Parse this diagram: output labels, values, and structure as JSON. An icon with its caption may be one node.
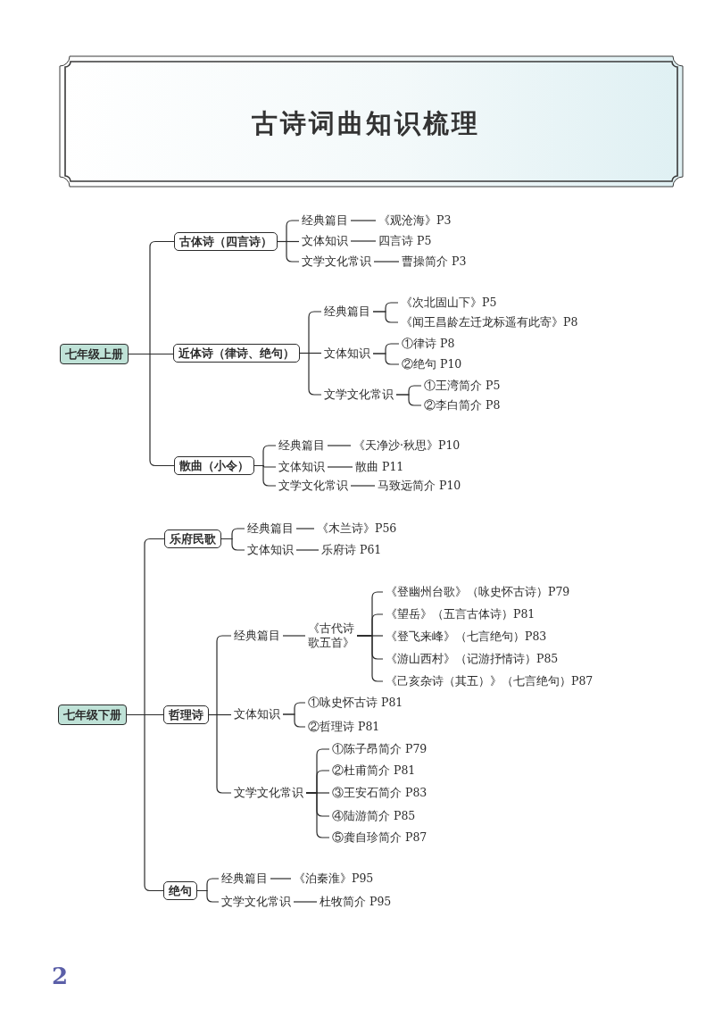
{
  "diagram": {
    "title": "古诗词曲知识梳理",
    "nodes": [
      {
        "text": [
          "七年级上册"
        ]
      },
      {
        "text": [
          "古体诗（四言诗）"
        ]
      },
      {
        "text": [
          "经典篇目"
        ]
      },
      {
        "text": [
          "《观沧海》P3"
        ]
      },
      {
        "text": [
          "文体知识"
        ]
      },
      {
        "text": [
          "四言诗 P5"
        ]
      },
      {
        "text": [
          "文学文化常识"
        ]
      },
      {
        "text": [
          "曹操简介 P3"
        ]
      },
      {
        "text": [
          "近体诗（律诗、绝句）"
        ]
      },
      {
        "text": [
          "经典篇目"
        ]
      },
      {
        "text": [
          "《次北固山下》P5"
        ]
      },
      {
        "text": [
          "《闻王昌龄左迁龙标遥有此寄》P8"
        ]
      },
      {
        "text": [
          "文体知识"
        ]
      },
      {
        "text": [
          "①律诗 P8"
        ]
      },
      {
        "text": [
          "②绝句 P10"
        ]
      },
      {
        "text": [
          "文学文化常识"
        ]
      },
      {
        "text": [
          "①王湾简介 P5"
        ]
      },
      {
        "text": [
          "②李白简介 P8"
        ]
      },
      {
        "text": [
          "散曲（小令）"
        ]
      },
      {
        "text": [
          "经典篇目"
        ]
      },
      {
        "text": [
          "《天净沙·秋思》P10"
        ]
      },
      {
        "text": [
          "文体知识"
        ]
      },
      {
        "text": [
          "散曲 P11"
        ]
      },
      {
        "text": [
          "文学文化常识"
        ]
      },
      {
        "text": [
          "马致远简介 P10"
        ]
      },
      {
        "text": [
          "七年级下册"
        ]
      },
      {
        "text": [
          "乐府民歌"
        ]
      },
      {
        "text": [
          "经典篇目"
        ]
      },
      {
        "text": [
          "《木兰诗》P56"
        ]
      },
      {
        "text": [
          "文体知识"
        ]
      },
      {
        "text": [
          "乐府诗 P61"
        ]
      },
      {
        "text": [
          "哲理诗"
        ]
      },
      {
        "text": [
          "经典篇目"
        ]
      },
      {
        "text": [
          "《古代诗歌五首》"
        ]
      },
      {
        "text": [
          "《登幽州台歌》（咏史怀古诗）P79"
        ]
      },
      {
        "text": [
          "《望岳》（五言古体诗）P81"
        ]
      },
      {
        "text": [
          "《登飞来峰》（七言绝句）P83"
        ]
      },
      {
        "text": [
          "《游山西村》（记游抒情诗）P85"
        ]
      },
      {
        "text": [
          "《己亥杂诗（其五）》（七言绝句）P87"
        ]
      },
      {
        "text": [
          "文体知识"
        ]
      },
      {
        "text": [
          "①咏史怀古诗 P81"
        ]
      },
      {
        "text": [
          "②哲理诗 P81"
        ]
      },
      {
        "text": [
          "文学文化常识"
        ]
      },
      {
        "text": [
          "①陈子昂简介 P79"
        ]
      },
      {
        "text": [
          "②杜甫简介 P81"
        ]
      },
      {
        "text": [
          "③王安石简介 P83"
        ]
      },
      {
        "text": [
          "④陆游简介 P85"
        ]
      },
      {
        "text": [
          "⑤龚自珍简介 P87"
        ]
      },
      {
        "text": [
          "绝句"
        ]
      },
      {
        "text": [
          "经典篇目"
        ]
      },
      {
        "text": [
          "《泊秦淮》P95"
        ]
      },
      {
        "text": [
          "文学文化常识"
        ]
      },
      {
        "text": [
          "杜牧简介 P95"
        ]
      }
    ],
    "edges": [
      {
        "from": 0,
        "to": 1,
        "arrow": "none"
      },
      {
        "from": 0,
        "to": 8,
        "arrow": "none"
      },
      {
        "from": 0,
        "to": 18,
        "arrow": "none"
      },
      {
        "from": 1,
        "to": 2,
        "arrow": "none"
      },
      {
        "from": 1,
        "to": 4,
        "arrow": "none"
      },
      {
        "from": 1,
        "to": 6,
        "arrow": "none"
      },
      {
        "from": 2,
        "to": 3,
        "arrow": "none"
      },
      {
        "from": 4,
        "to": 5,
        "arrow": "none"
      },
      {
        "from": 6,
        "to": 7,
        "arrow": "none"
      },
      {
        "from": 8,
        "to": 9,
        "arrow": "none"
      },
      {
        "from": 8,
        "to": 12,
        "arrow": "none"
      },
      {
        "from": 8,
        "to": 15,
        "arrow": "none"
      },
      {
        "from": 9,
        "to": 10,
        "arrow": "none"
      },
      {
        "from": 9,
        "to": 11,
        "arrow": "none"
      },
      {
        "from": 12,
        "to": 13,
        "arrow": "none"
      },
      {
        "from": 12,
        "to": 14,
        "arrow": "none"
      },
      {
        "from": 15,
        "to": 16,
        "arrow": "none"
      },
      {
        "from": 15,
        "to": 17,
        "arrow": "none"
      },
      {
        "from": 18,
        "to": 19,
        "arrow": "none"
      },
      {
        "from": 18,
        "to": 21,
        "arrow": "none"
      },
      {
        "from": 18,
        "to": 23,
        "arrow": "none"
      },
      {
        "from": 19,
        "to": 20,
        "arrow": "none"
      },
      {
        "from": 21,
        "to": 22,
        "arrow": "none"
      },
      {
        "from": 23,
        "to": 24,
        "arrow": "none"
      },
      {
        "from": 25,
        "to": 26,
        "arrow": "none"
      },
      {
        "from": 25,
        "to": 31,
        "arrow": "none"
      },
      {
        "from": 25,
        "to": 48,
        "arrow": "none"
      },
      {
        "from": 26,
        "to": 27,
        "arrow": "none"
      },
      {
        "from": 26,
        "to": 29,
        "arrow": "none"
      },
      {
        "from": 27,
        "to": 28,
        "arrow": "none"
      },
      {
        "from": 29,
        "to": 30,
        "arrow": "none"
      },
      {
        "from": 31,
        "to": 32,
        "arrow": "none"
      },
      {
        "from": 31,
        "to": 39,
        "arrow": "none"
      },
      {
        "from": 31,
        "to": 42,
        "arrow": "none"
      },
      {
        "from": 32,
        "to": 33,
        "arrow": "none"
      },
      {
        "from": 33,
        "to": 34,
        "arrow": "none"
      },
      {
        "from": 33,
        "to": 35,
        "arrow": "none"
      },
      {
        "from": 33,
        "to": 36,
        "arrow": "none"
      },
      {
        "from": 33,
        "to": 37,
        "arrow": "none"
      },
      {
        "from": 33,
        "to": 38,
        "arrow": "none"
      },
      {
        "from": 39,
        "to": 40,
        "arrow": "none"
      },
      {
        "from": 39,
        "to": 41,
        "arrow": "none"
      },
      {
        "from": 42,
        "to": 43,
        "arrow": "none"
      },
      {
        "from": 42,
        "to": 44,
        "arrow": "none"
      },
      {
        "from": 42,
        "to": 45,
        "arrow": "none"
      },
      {
        "from": 42,
        "to": 46,
        "arrow": "none"
      },
      {
        "from": 42,
        "to": 47,
        "arrow": "none"
      },
      {
        "from": 48,
        "to": 49,
        "arrow": "none"
      },
      {
        "from": 48,
        "to": 51,
        "arrow": "none"
      },
      {
        "from": 49,
        "to": 50,
        "arrow": "none"
      },
      {
        "from": 51,
        "to": 52,
        "arrow": "none"
      }
    ],
    "labels": [
      "2"
    ]
  }
}
